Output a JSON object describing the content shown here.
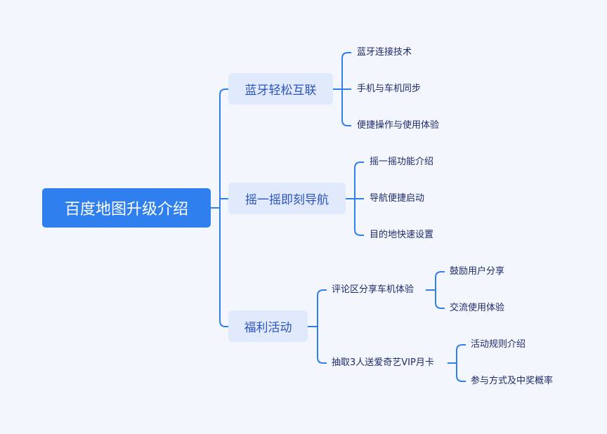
{
  "root": {
    "label": "百度地图升级介绍"
  },
  "branches": [
    {
      "label": "蓝牙轻松互联",
      "children": [
        "蓝牙连接技术",
        "手机与车机同步",
        "便捷操作与使用体验"
      ]
    },
    {
      "label": "摇一摇即刻导航",
      "children": [
        "摇一摇功能介绍",
        "导航便捷启动",
        "目的地快速设置"
      ]
    },
    {
      "label": "福利活动",
      "children": [
        {
          "label": "评论区分享车机体验",
          "children": [
            "鼓励用户分享",
            "交流使用体验"
          ]
        },
        {
          "label": "抽取3人送爱奇艺VIP月卡",
          "children": [
            "活动规则介绍",
            "参与方式及中奖概率"
          ]
        }
      ]
    }
  ],
  "colors": {
    "root": "#2f7fee",
    "branch_fill": "#e1e9fc",
    "line": "#2f7fee",
    "background": "#f4f6fd"
  }
}
